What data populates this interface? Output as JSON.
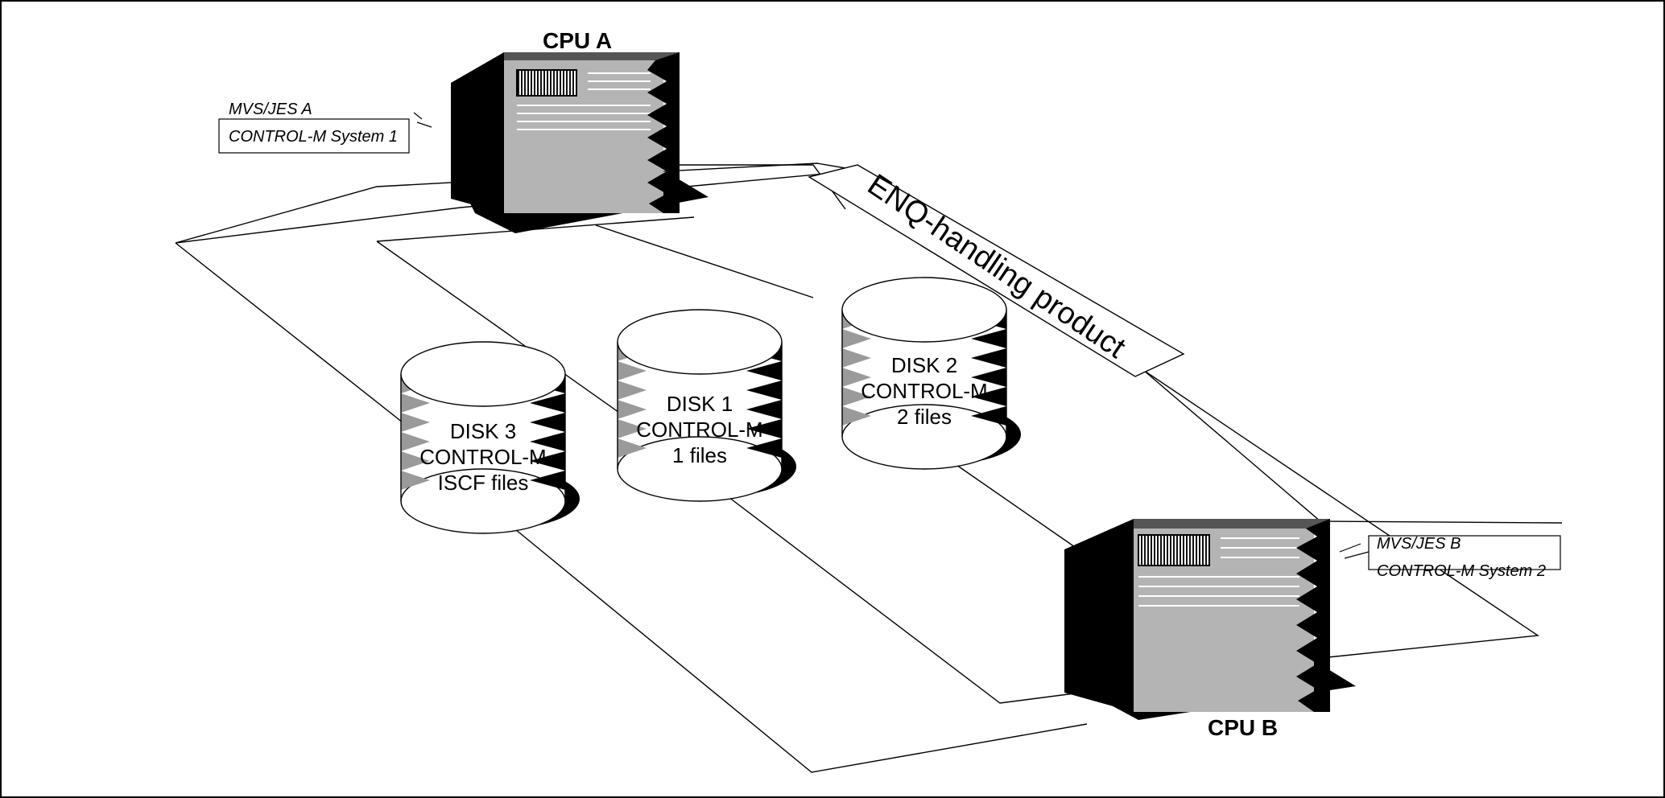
{
  "cpu_a": {
    "title": "CPU A",
    "label_line1": "MVS/JES A",
    "label_line2": "CONTROL-M System 1"
  },
  "cpu_b": {
    "title": "CPU B",
    "label_line1": "MVS/JES B",
    "label_line2": "CONTROL-M System 2"
  },
  "disks": [
    {
      "line1": "DISK 3",
      "line2": "CONTROL-M",
      "line3": "ISCF files"
    },
    {
      "line1": "DISK 1",
      "line2": "CONTROL-M",
      "line3": "1 files"
    },
    {
      "line1": "DISK 2",
      "line2": "CONTROL-M",
      "line3": "2 files"
    }
  ],
  "enq_label": "ENQ-handling product",
  "colors": {
    "line": "#000000",
    "panel": "#b4b4b4",
    "background": "#ffffff"
  }
}
